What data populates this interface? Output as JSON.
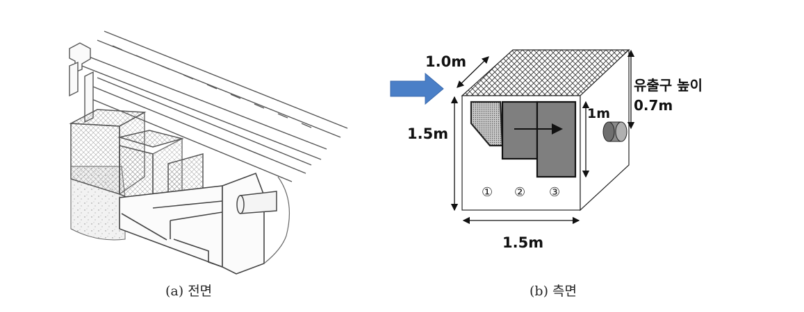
{
  "panel_a": {
    "caption": "(a) 전면"
  },
  "panel_b": {
    "caption": "(b) 측면",
    "labels": {
      "depth": "1.0m",
      "height_left": "1.5m",
      "width_bottom": "1.5m",
      "outlet_title": "유출구 높이",
      "outlet_value": "0.7m",
      "inner_height": "1m"
    },
    "chambers": [
      "①",
      "②",
      "③"
    ],
    "colors": {
      "arrow": "#4a7fc7",
      "chamber_fill": "#7f7f7f",
      "outlet_fill": "#8a8a8a"
    }
  }
}
